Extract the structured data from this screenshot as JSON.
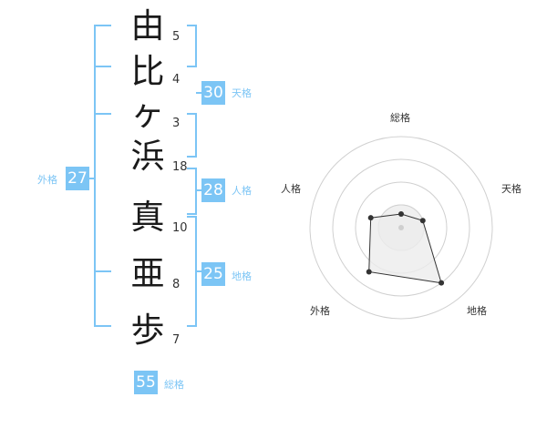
{
  "name": {
    "chars": [
      "由",
      "比",
      "ヶ",
      "浜",
      "真",
      "亜",
      "歩"
    ],
    "strokes": [
      "5",
      "4",
      "3",
      "18",
      "10",
      "8",
      "7"
    ]
  },
  "kakusu": {
    "tenkaku": {
      "value": "30",
      "label": "天格"
    },
    "jinkaku": {
      "value": "28",
      "label": "人格"
    },
    "chikaku": {
      "value": "25",
      "label": "地格"
    },
    "gaikaku": {
      "value": "27",
      "label": "外格"
    },
    "soukaku": {
      "value": "55",
      "label": "総格"
    }
  },
  "chart_data": {
    "type": "radar",
    "axes": [
      "総格",
      "天格",
      "地格",
      "外格",
      "人格"
    ],
    "values": [
      0.6,
      1.0,
      3.0,
      2.4,
      1.4
    ],
    "rmax": 4,
    "rings": 4,
    "colors": {
      "fill": "#ececec",
      "stroke": "#333333",
      "ring": "#d0d0d0",
      "center": "#cfcfcf"
    }
  }
}
